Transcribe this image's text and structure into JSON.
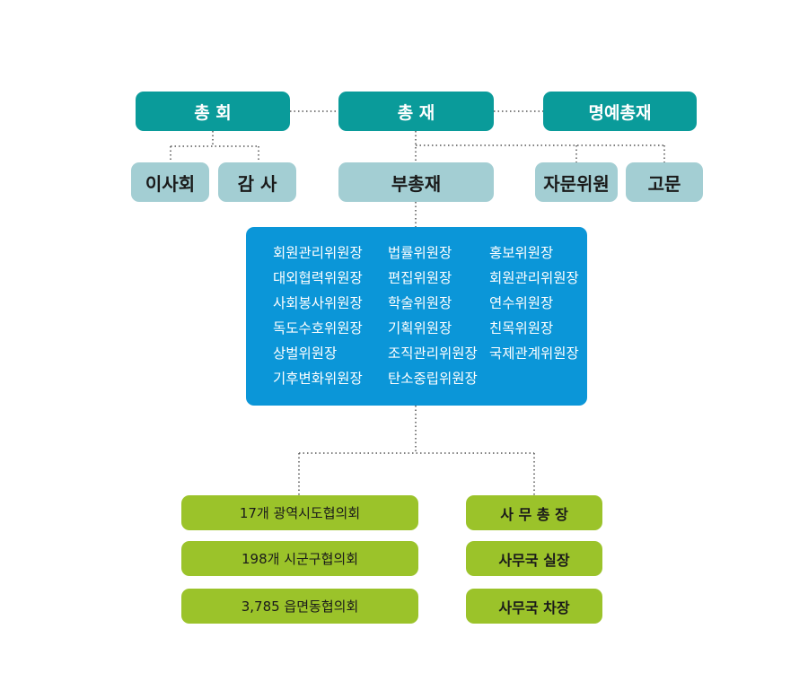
{
  "top_row": {
    "general_assembly": "총 회",
    "president": "총 재",
    "honorary_president": "명예총재"
  },
  "second_row": {
    "board": "이사회",
    "auditor": "감 사",
    "vice_president": "부총재",
    "advisory_committee": "자문위원",
    "advisor": "고문"
  },
  "committees": {
    "col1": [
      "회원관리위원장",
      "대외협력위원장",
      "사회봉사위원장",
      "독도수호위원장",
      "상벌위원장",
      "기후변화위원장"
    ],
    "col2": [
      "법률위원장",
      "편집위원장",
      "학술위원장",
      "기획위원장",
      "조직관리위원장",
      "탄소중립위원장"
    ],
    "col3": [
      "홍보위원장",
      "회원관리위원장",
      "연수위원장",
      "친목위원장",
      "국제관계위원장"
    ]
  },
  "councils": [
    "17개 광역시도협의회",
    "198개 시군구협의회",
    "3,785 읍면동협의회"
  ],
  "secretariat": [
    "사 무 총 장",
    "사무국 실장",
    "사무국 차장"
  ],
  "colors": {
    "teal": "#0a9b9a",
    "light_teal": "#a3ced3",
    "blue": "#0b96d8",
    "green": "#9bc32a"
  }
}
